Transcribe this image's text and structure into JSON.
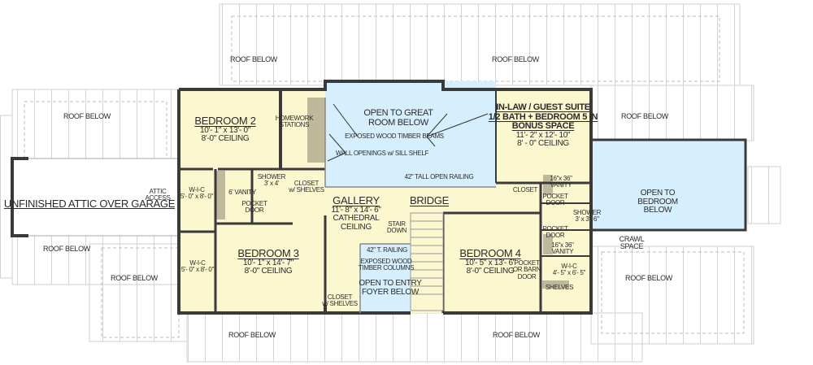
{
  "colors": {
    "room_fill": "#fbf7cf",
    "open_below_fill": "#d6efff",
    "wall": "#3a3a3a",
    "roof_line": "#cfcfcf",
    "counter": "#bdb99a"
  },
  "roof_below": "ROOF BELOW",
  "rooms": {
    "bedroom2": {
      "name": "BEDROOM 2",
      "size": "10'- 1\" x 13'- 0\"",
      "ceiling": "8'-0\" CEILING"
    },
    "bedroom3": {
      "name": "BEDROOM 3",
      "size": "10'- 1\" x 14'- 7\"",
      "ceiling": "8'-0\" CEILING"
    },
    "bedroom4": {
      "name": "BEDROOM 4",
      "size": "10'- 5\" x 13'- 6\"",
      "ceiling": "8'-0\" CEILING"
    },
    "guest": {
      "line1": "IN-LAW / GUEST SUITE",
      "line2": "1/2 BATH + BEDROOM 5 IN",
      "line3": "BONUS SPACE",
      "size": "11'- 2\" x 12'- 10\"",
      "ceiling": "8' - 0\" CEILING"
    },
    "gallery": {
      "name": "GALLERY",
      "size": "11'- 8\" x 14'- 6\"",
      "ceiling1": "CATHEDRAL",
      "ceiling2": "CEILING"
    },
    "bridge": {
      "name": "BRIDGE"
    },
    "attic": {
      "name": "UNFINISHED ATTIC OVER GARAGE",
      "access1": "ATTIC",
      "access2": "ACCESS"
    }
  },
  "labels": {
    "great_room1": "OPEN TO GREAT",
    "great_room2": "ROOM BELOW",
    "beams": "EXPOSED WOOD TIMBER BEAMS",
    "wall_openings": "WALL OPENINGS w/ SILL SHELF",
    "railing42": "42\" TALL OPEN RAILING",
    "homework1": "HOMEWORK",
    "homework2": "STATIONS",
    "wic_left_name": "W-I-C",
    "wic_left_size": "5'- 0\" x 8'- 0\"",
    "wic3_name": "W-I-C",
    "wic3_size": "5'- 0\" x 8'- 0\"",
    "vanity6": "6' VANITY",
    "pocket1": "POCKET",
    "pocket2": "DOOR",
    "shower1": "SHOWER",
    "shower1_size": "3' x 4'",
    "closet_shelves1": "CLOSET",
    "closet_shelves2": "w/ SHELVES",
    "stair1": "STAIR",
    "stair2": "DOWN",
    "railing_t": "42\" T. RAILING",
    "columns1": "EXPOSED WOOD",
    "columns2": "TIMBER COLUMNS",
    "foyer1": "OPEN TO ENTRY",
    "foyer2": "FOYER BELOW",
    "closet_foyer1": "CLOSET",
    "closet_foyer2": "w/ SHELVES",
    "closet_guest": "CLOSET",
    "vanity_a1": "16\"x 36\"",
    "vanity_a2": "VANITY",
    "pocket_a1": "POCKET",
    "pocket_a2": "DOOR",
    "shower2": "SHOWER",
    "shower2_size": "3' x 3'- 6\"",
    "pocket_b1": "POCKET",
    "pocket_b2": "DOOR",
    "vanity_b1": "16\"x 36\"",
    "vanity_b2": "VANITY",
    "pocket_barn1": "POCKET",
    "pocket_barn2": "OR BARN",
    "pocket_barn3": "DOOR",
    "wic4_name": "W-I-C",
    "wic4_size": "4'- 5\" x 6'- 5\"",
    "shelves": "SHELVES",
    "open_bed1": "OPEN TO",
    "open_bed2": "BEDROOM",
    "open_bed3": "BELOW",
    "crawl1": "CRAWL",
    "crawl2": "SPACE"
  }
}
